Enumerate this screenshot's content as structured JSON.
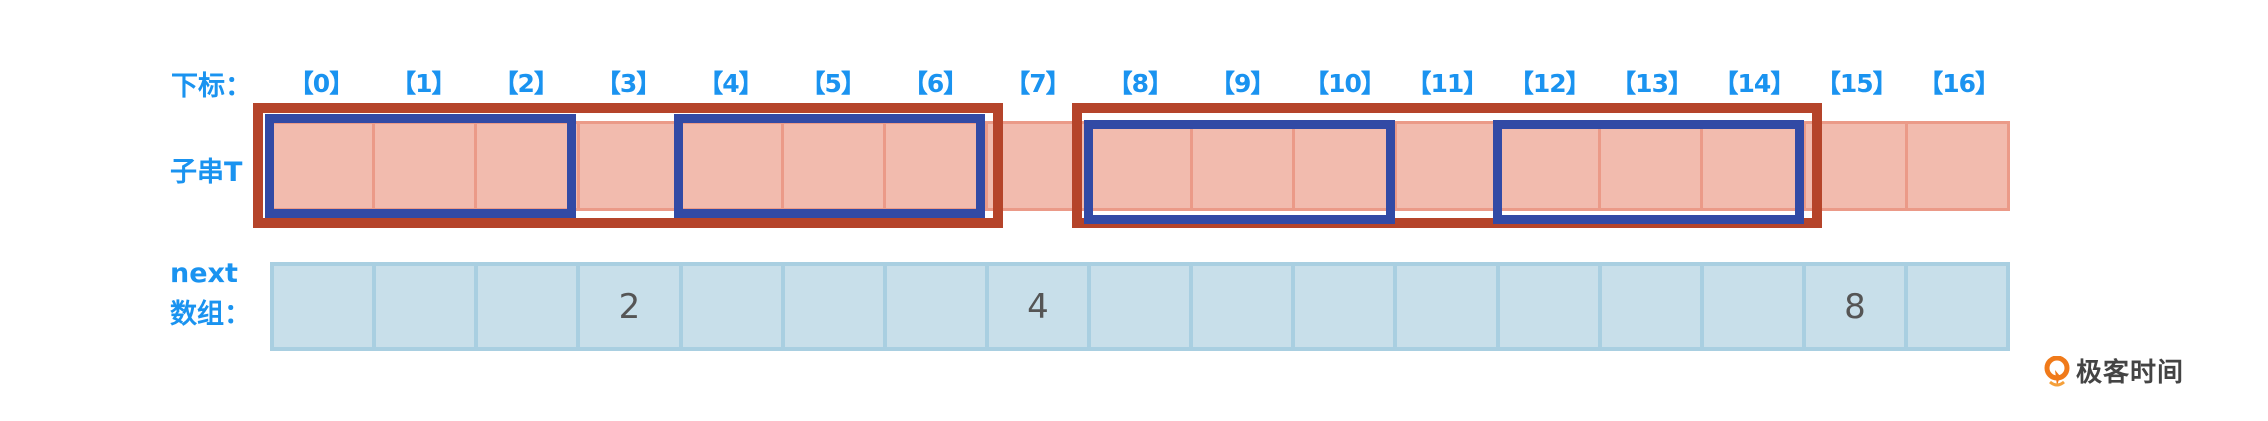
{
  "labels": {
    "index": "下标：",
    "substring": "子串T",
    "next_line1": "next",
    "next_line2": "数组："
  },
  "indices": [
    "【0】",
    "【1】",
    "【2】",
    "【3】",
    "【4】",
    "【5】",
    "【6】",
    "【7】",
    "【8】",
    "【9】",
    "【10】",
    "【11】",
    "【12】",
    "【13】",
    "【14】",
    "【15】",
    "【16】"
  ],
  "next_values": [
    "",
    "",
    "",
    "2",
    "",
    "",
    "",
    "4",
    "",
    "",
    "",
    "",
    "",
    "",
    "",
    "8",
    ""
  ],
  "highlights": {
    "outer_ranges": [
      [
        0,
        6
      ],
      [
        8,
        14
      ]
    ],
    "inner_ranges": [
      [
        0,
        2
      ],
      [
        4,
        6
      ],
      [
        8,
        10
      ],
      [
        12,
        14
      ]
    ]
  },
  "logo": {
    "text": "极客时间"
  },
  "colors": {
    "label": "#1a93f0",
    "substring_fill": "#f2bbae",
    "outer_box": "#b5442a",
    "inner_box": "#324aa5",
    "next_fill": "#c8dfea"
  }
}
